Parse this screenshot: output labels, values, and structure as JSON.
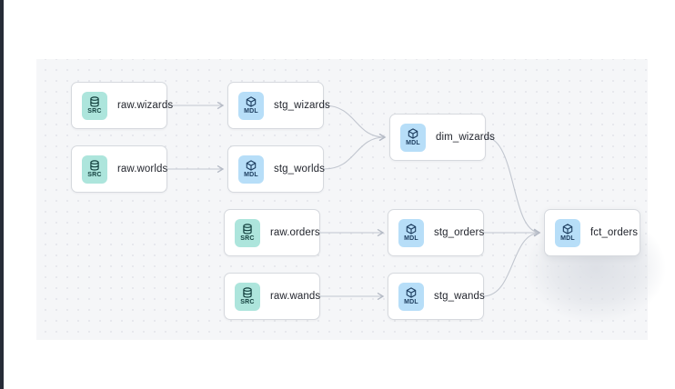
{
  "app": {
    "view": "model lineage canvas"
  },
  "colors": {
    "canvas_bg": "#f5f6f8",
    "canvas_dot": "#e2e4e9",
    "node_bg": "#ffffff",
    "node_border": "#d6d9de",
    "edge": "#bcc2cc",
    "left_rail": "#262b37",
    "src_badge_bg": "#ade5dc",
    "src_badge_fg": "#13403e",
    "mdl_badge_bg": "#b7def8",
    "mdl_badge_fg": "#1c3c5e"
  },
  "nodes": [
    {
      "id": "raw.wizards",
      "label": "raw.wizards",
      "type": "SRC",
      "icon": "database-icon"
    },
    {
      "id": "stg_wizards",
      "label": "stg_wizards",
      "type": "MDL",
      "icon": "cube-icon"
    },
    {
      "id": "raw.worlds",
      "label": "raw.worlds",
      "type": "SRC",
      "icon": "database-icon"
    },
    {
      "id": "stg_worlds",
      "label": "stg_worlds",
      "type": "MDL",
      "icon": "cube-icon"
    },
    {
      "id": "dim_wizards",
      "label": "dim_wizards",
      "type": "MDL",
      "icon": "cube-icon"
    },
    {
      "id": "raw.orders",
      "label": "raw.orders",
      "type": "SRC",
      "icon": "database-icon"
    },
    {
      "id": "stg_orders",
      "label": "stg_orders",
      "type": "MDL",
      "icon": "cube-icon"
    },
    {
      "id": "raw.wands",
      "label": "raw.wands",
      "type": "SRC",
      "icon": "database-icon"
    },
    {
      "id": "stg_wands",
      "label": "stg_wands",
      "type": "MDL",
      "icon": "cube-icon"
    },
    {
      "id": "fct_orders",
      "label": "fct_orders",
      "type": "MDL",
      "icon": "cube-icon",
      "highlighted": true
    }
  ],
  "edges": [
    {
      "from": "raw.wizards",
      "to": "stg_wizards"
    },
    {
      "from": "raw.worlds",
      "to": "stg_worlds"
    },
    {
      "from": "raw.orders",
      "to": "stg_orders"
    },
    {
      "from": "raw.wands",
      "to": "stg_wands"
    },
    {
      "from": "stg_wizards",
      "to": "dim_wizards"
    },
    {
      "from": "stg_worlds",
      "to": "dim_wizards"
    },
    {
      "from": "stg_orders",
      "to": "fct_orders"
    },
    {
      "from": "stg_wands",
      "to": "fct_orders"
    },
    {
      "from": "dim_wizards",
      "to": "fct_orders"
    }
  ]
}
